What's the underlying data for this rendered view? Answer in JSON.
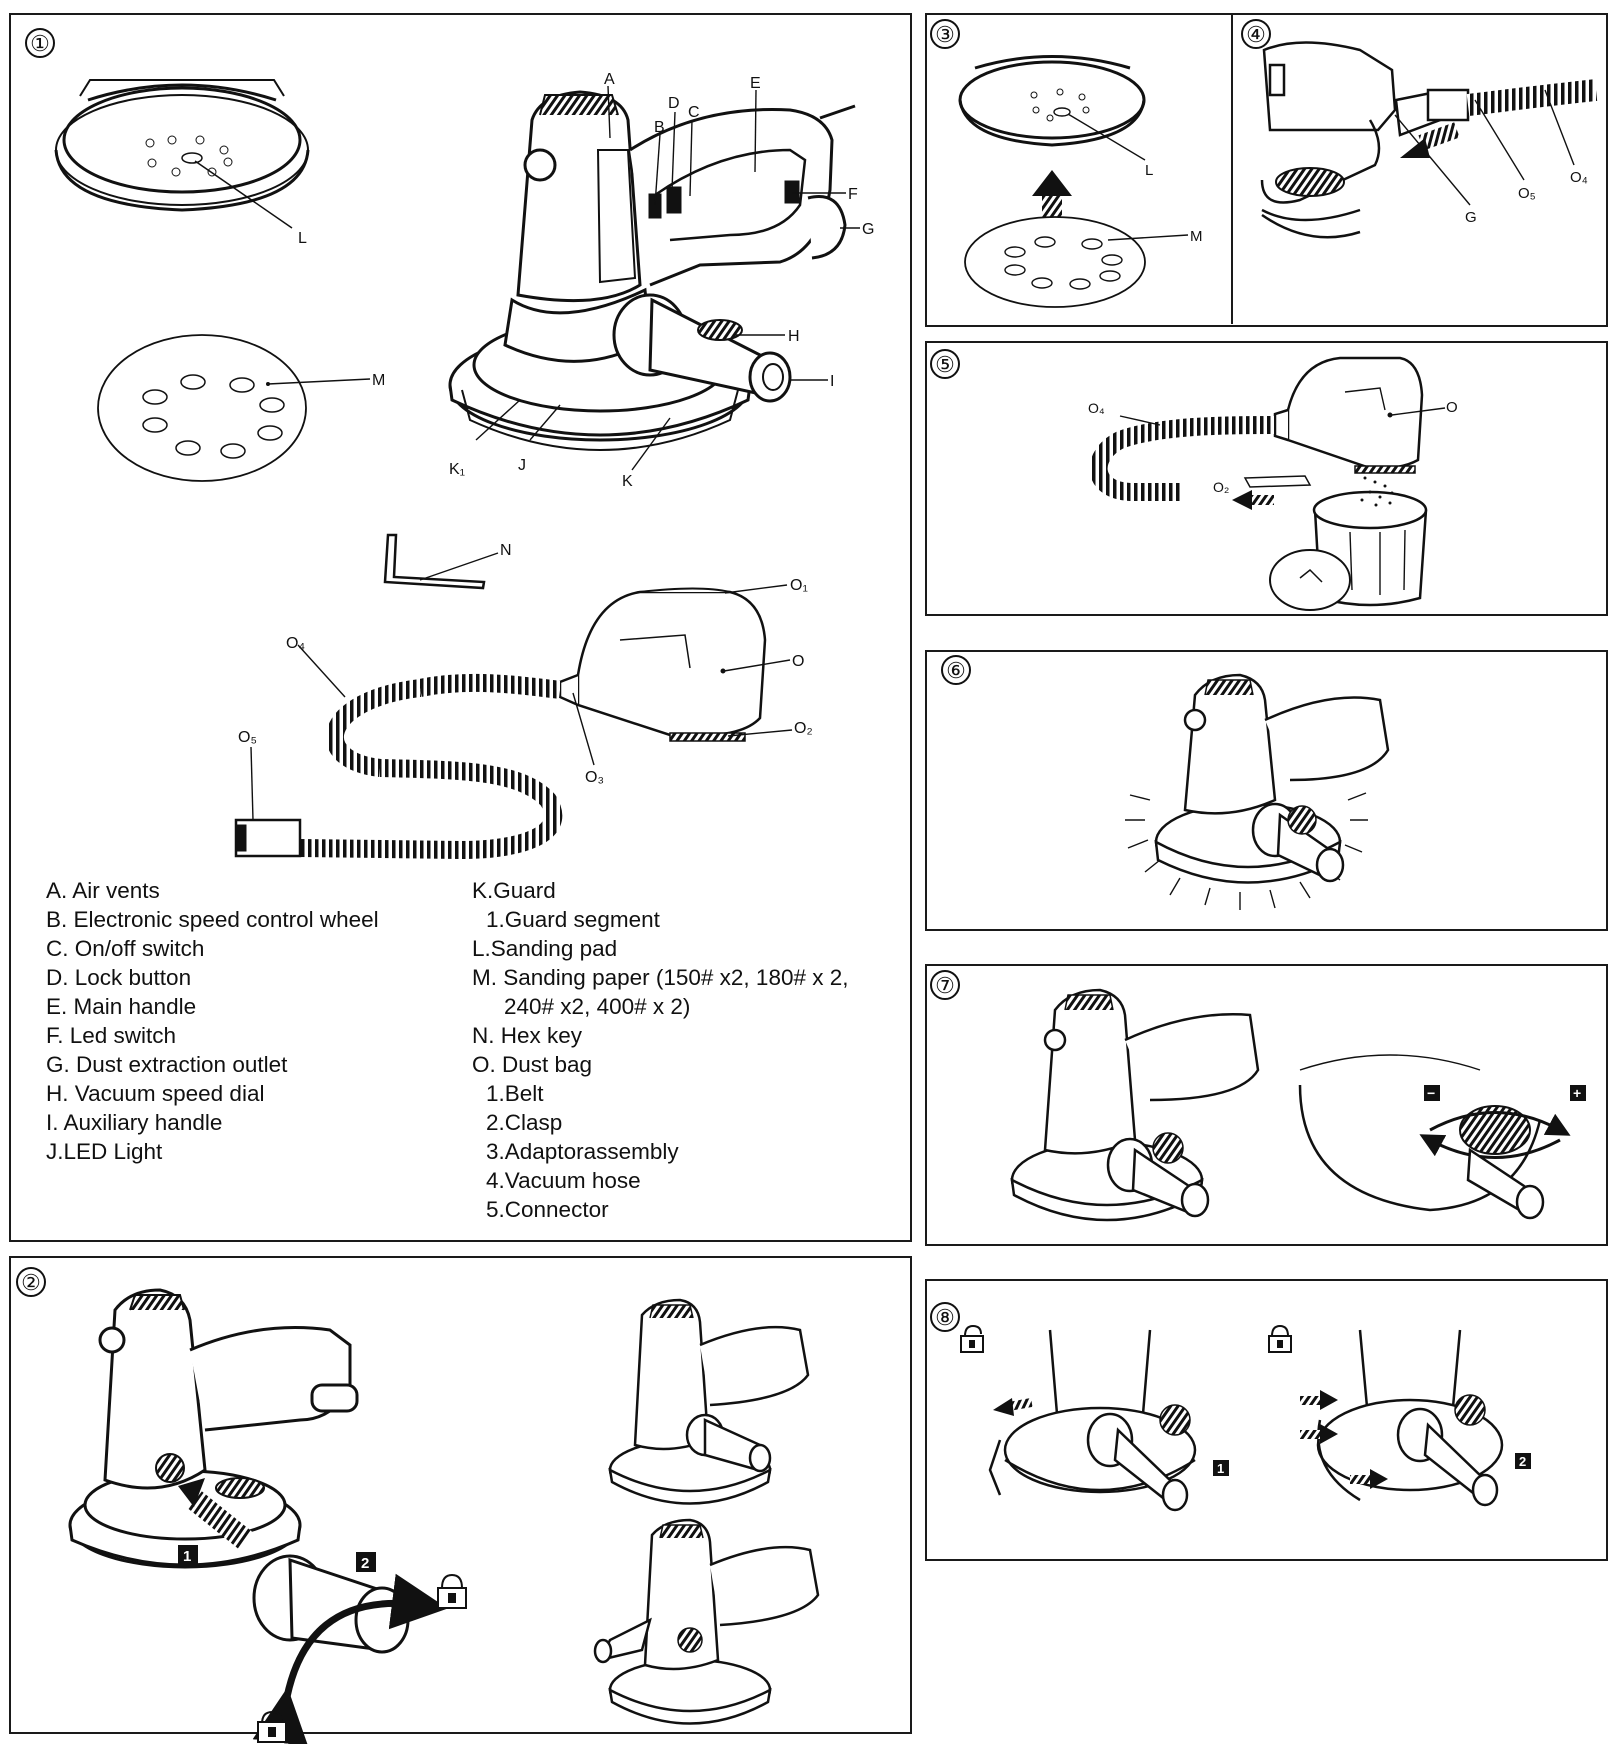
{
  "panels": {
    "p1": {
      "number": "①"
    },
    "p2": {
      "number": "②"
    },
    "p3": {
      "number": "③"
    },
    "p4": {
      "number": "④"
    },
    "p5": {
      "number": "⑤"
    },
    "p6": {
      "number": "⑥"
    },
    "p7": {
      "number": "⑦"
    },
    "p8": {
      "number": "⑧"
    }
  },
  "callouts": {
    "A": "A",
    "B": "B",
    "C": "C",
    "D": "D",
    "E": "E",
    "F": "F",
    "G": "G",
    "H": "H",
    "I": "I",
    "J": "J",
    "K": "K",
    "K1": "K₁",
    "L": "L",
    "M": "M",
    "N": "N",
    "O": "O",
    "O1": "O₁",
    "O2": "O₂",
    "O3": "O₃",
    "O4": "O₄",
    "O5": "O₅"
  },
  "steps": {
    "one": "1",
    "two": "2",
    "plus": "+",
    "minus": "−"
  },
  "legend_left": [
    "A. Air vents",
    "B. Electronic speed control wheel",
    "C. On/off switch",
    "D. Lock button",
    "E. Main handle",
    "F. Led switch",
    "G. Dust extraction outlet",
    "H. Vacuum speed dial",
    "I. Auxiliary handle",
    "J.LED Light"
  ],
  "legend_right": [
    {
      "text": "K.Guard",
      "indent": 0
    },
    {
      "text": "1.Guard segment",
      "indent": 1
    },
    {
      "text": "L.Sanding pad",
      "indent": 0
    },
    {
      "text": "M. Sanding paper (150# x2, 180# x 2,",
      "indent": 0
    },
    {
      "text": "240# x2, 400# x 2)",
      "indent": 2
    },
    {
      "text": "N. Hex key",
      "indent": 0
    },
    {
      "text": "O. Dust bag",
      "indent": 0
    },
    {
      "text": "1.Belt",
      "indent": 1
    },
    {
      "text": "2.Clasp",
      "indent": 1
    },
    {
      "text": "3.Adaptorassembly",
      "indent": 1
    },
    {
      "text": "4.Vacuum hose",
      "indent": 1
    },
    {
      "text": "5.Connector",
      "indent": 1
    }
  ]
}
